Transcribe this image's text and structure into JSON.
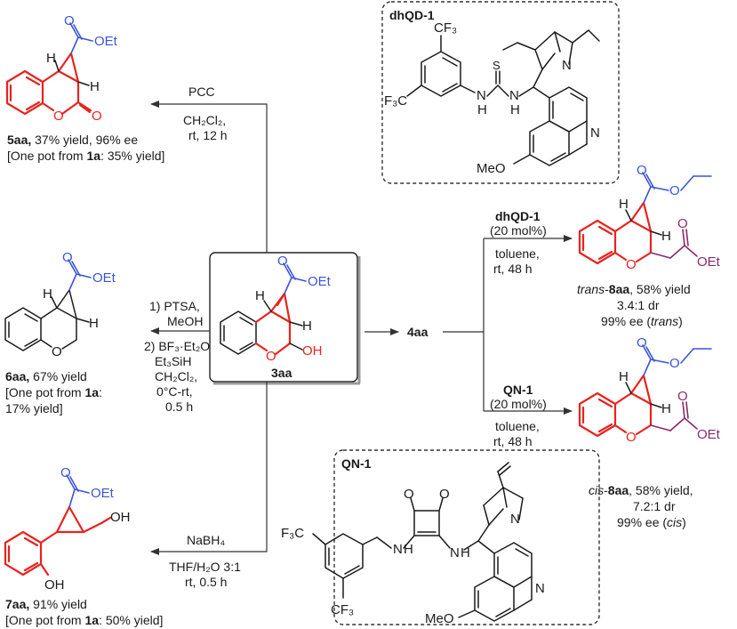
{
  "center": {
    "label": "3aa",
    "atoms": {
      "h1": "H",
      "h2": "H",
      "o": "O",
      "oh": "OH",
      "o_ester": "O",
      "oet": "OEt"
    }
  },
  "arrows": {
    "pcc": {
      "lines": [
        "PCC",
        "CH₂Cl₂,",
        "rt, 12 h"
      ]
    },
    "reduction": {
      "lines": [
        "1) PTSA,",
        "MeOH",
        "2) BF₃·Et₂O",
        "Et₃SiH",
        "CH₂Cl₂,",
        "0°C-rt,",
        "0.5 h"
      ]
    },
    "nabh4": {
      "lines": [
        "NaBH₄",
        "THF/H₂O 3:1",
        "rt, 0.5 h"
      ]
    },
    "intermediate": {
      "label": "4aa"
    },
    "top_branch": {
      "catalyst": "dhQD-1",
      "loading": "(20 mol%)",
      "solvent": "toluene,",
      "time": "rt, 48 h"
    },
    "bottom_branch": {
      "catalyst": "QN-1",
      "loading": "(20 mol%)",
      "solvent": "toluene,",
      "time": "rt, 48 h"
    }
  },
  "products": {
    "p5aa": {
      "id": "5aa,",
      "result": " 37% yield, 96% ee",
      "onepot_pre": "[One pot from ",
      "onepot_id": "1a",
      "onepot_post": ": 35% yield]",
      "atoms": {
        "h1": "H",
        "h2": "H",
        "o1": "O",
        "o2": "O",
        "o_ester": "O",
        "oet": "OEt"
      }
    },
    "p6aa": {
      "id": "6aa,",
      "result": " 67% yield",
      "onepot_pre": "[One pot from ",
      "onepot_id": "1a",
      "onepot_post": ":",
      "onepot_line2": "17% yield]",
      "atoms": {
        "h1": "H",
        "h2": "H",
        "o1": "O",
        "o_ester": "O",
        "oet": "OEt"
      }
    },
    "p7aa": {
      "id": "7aa,",
      "result": " 91% yield",
      "onepot_pre": "[One pot from ",
      "onepot_id": "1a",
      "onepot_post": ": 50% yield]",
      "atoms": {
        "oh1": "OH",
        "oh2": "OH",
        "o_ester": "O",
        "oet": "OEt"
      }
    },
    "trans8aa": {
      "prefix": "trans",
      "dash": "-",
      "id": "8aa",
      "result": ", 58% yield",
      "dr": "3.4:1 dr",
      "ee_pre": "99% ee (",
      "ee_mode": "trans",
      "ee_post": ")",
      "atoms": {
        "h1": "H",
        "h2": "H",
        "o1": "O",
        "o_ester": "O",
        "o_ester2": "O",
        "oet": "OEt"
      }
    },
    "cis8aa": {
      "prefix": "cis",
      "dash": "-",
      "id": "8aa",
      "result": ", 58% yield,",
      "dr": "7.2:1 dr",
      "ee_pre": "99% ee (",
      "ee_mode": "cis",
      "ee_post": ")",
      "atoms": {
        "h1": "H",
        "h2": "H",
        "o1": "O",
        "o_ester": "O",
        "o_ester2": "O",
        "oet": "OEt"
      }
    }
  },
  "catalysts": {
    "dhqd1": {
      "title": "dhQD-1",
      "atoms": {
        "cf3a": "CF₃",
        "cf3b": "F₃C",
        "s": "S",
        "nh1": "N",
        "h1": "H",
        "nh2": "N",
        "h2": "H",
        "n_quin": "N",
        "n_ring": "N",
        "meo": "MeO"
      }
    },
    "qn1": {
      "title": "QN-1",
      "atoms": {
        "o1": "O",
        "o2": "O",
        "cf3a": "F₃C",
        "cf3b": "CF₃",
        "nh1": "N",
        "h1": "H",
        "nh2": "N",
        "h2": "H",
        "n_quin": "N",
        "n_ring": "N",
        "meo": "MeO"
      }
    }
  }
}
